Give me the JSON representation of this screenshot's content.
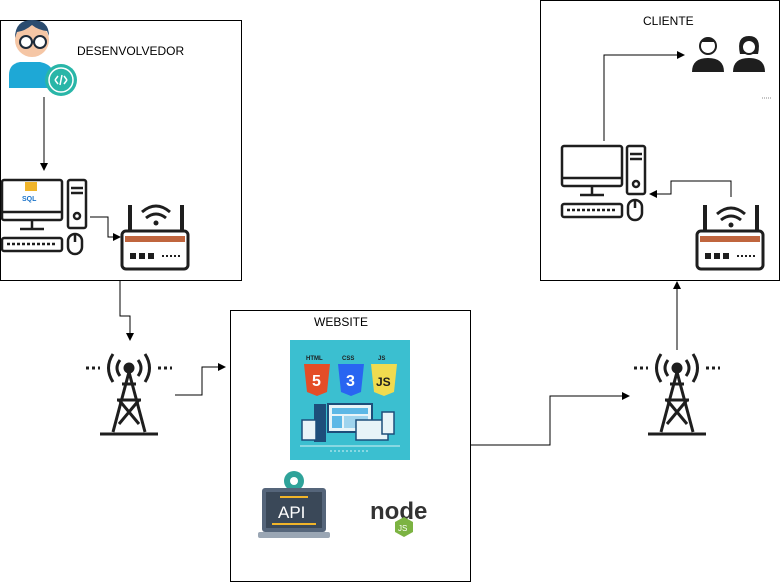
{
  "developer": {
    "title": "DESENVOLVEDOR",
    "sql_label": "SQL"
  },
  "client": {
    "title": "CLIENTE"
  },
  "website": {
    "title": "WEBSITE",
    "badges": {
      "html": "HTML",
      "css": "CSS",
      "js": "JS",
      "html_num": "5",
      "css_num": "3",
      "js_num": "JS"
    },
    "api_label": "API",
    "node_label": "node",
    "node_js": "JS"
  },
  "colors": {
    "html5": "#e44d26",
    "css3": "#2965f1",
    "js": "#f0db4f",
    "web_bg": "#3bbfd0",
    "dev_skin": "#1ea8d6",
    "api_gear": "#2fa39a",
    "node_green": "#7cb342"
  },
  "icons": [
    "developer-avatar-icon",
    "desktop-computer-icon",
    "wifi-router-icon",
    "radio-tower-icon",
    "web-technologies-image",
    "api-laptop-icon",
    "nodejs-logo",
    "man-user-icon",
    "woman-user-icon"
  ]
}
